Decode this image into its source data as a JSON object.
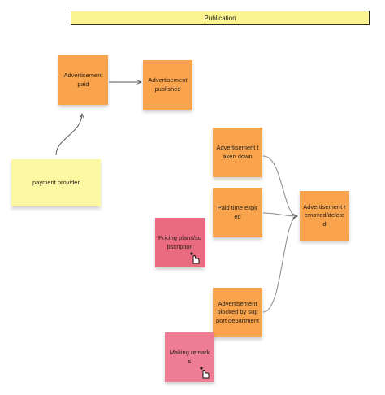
{
  "frame": {
    "title": "Publication"
  },
  "notes": {
    "ad_paid": "Advertisement paid",
    "ad_published": "Advertisement published",
    "payment_provider": "payment provider",
    "ad_taken_down": "Advertisement taken down",
    "paid_time_expired": "Paid time expired",
    "ad_removed": "Advertisement removed/deleted",
    "pricing": "Pricing plans/subscription",
    "ad_blocked": "Advertisement blocked by support department",
    "making_remarks": "Making remarks"
  },
  "colors": {
    "orange": "#f9a34c",
    "yellow": "#fcf7a3",
    "pink": "#ea6b80",
    "frame": "#fcf392"
  },
  "icons": [
    "hand-plus-cursor-icon"
  ]
}
